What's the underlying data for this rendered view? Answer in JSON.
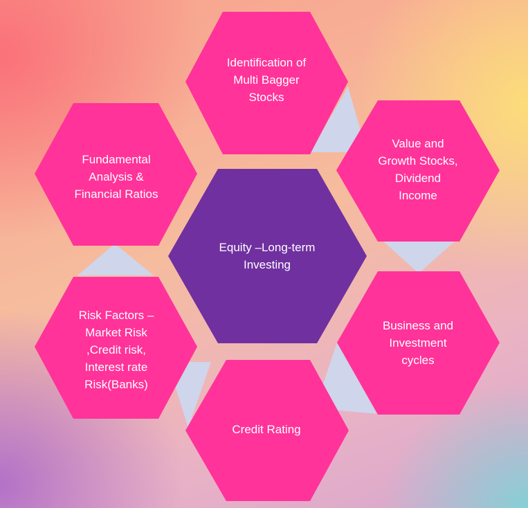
{
  "diagram": {
    "center": {
      "label": "Equity –Long-term\nInvesting",
      "color": "#7030a0"
    },
    "hex_color": "#ff3399",
    "connector_color": "#cfd5ea",
    "nodes": [
      {
        "id": "multibagger",
        "label": "Identification of\nMulti Bagger\nStocks"
      },
      {
        "id": "value-growth",
        "label": "Value and\nGrowth Stocks,\nDividend\nIncome"
      },
      {
        "id": "business-cycles",
        "label": "Business and\nInvestment\ncycles"
      },
      {
        "id": "credit-rating",
        "label": "Credit Rating"
      },
      {
        "id": "risk-factors",
        "label": "Risk Factors  –\nMarket Risk\n,Credit risk,\nInterest rate\nRisk(Banks)"
      },
      {
        "id": "fundamental",
        "label": "Fundamental\nAnalysis &\nFinancial Ratios"
      }
    ]
  }
}
